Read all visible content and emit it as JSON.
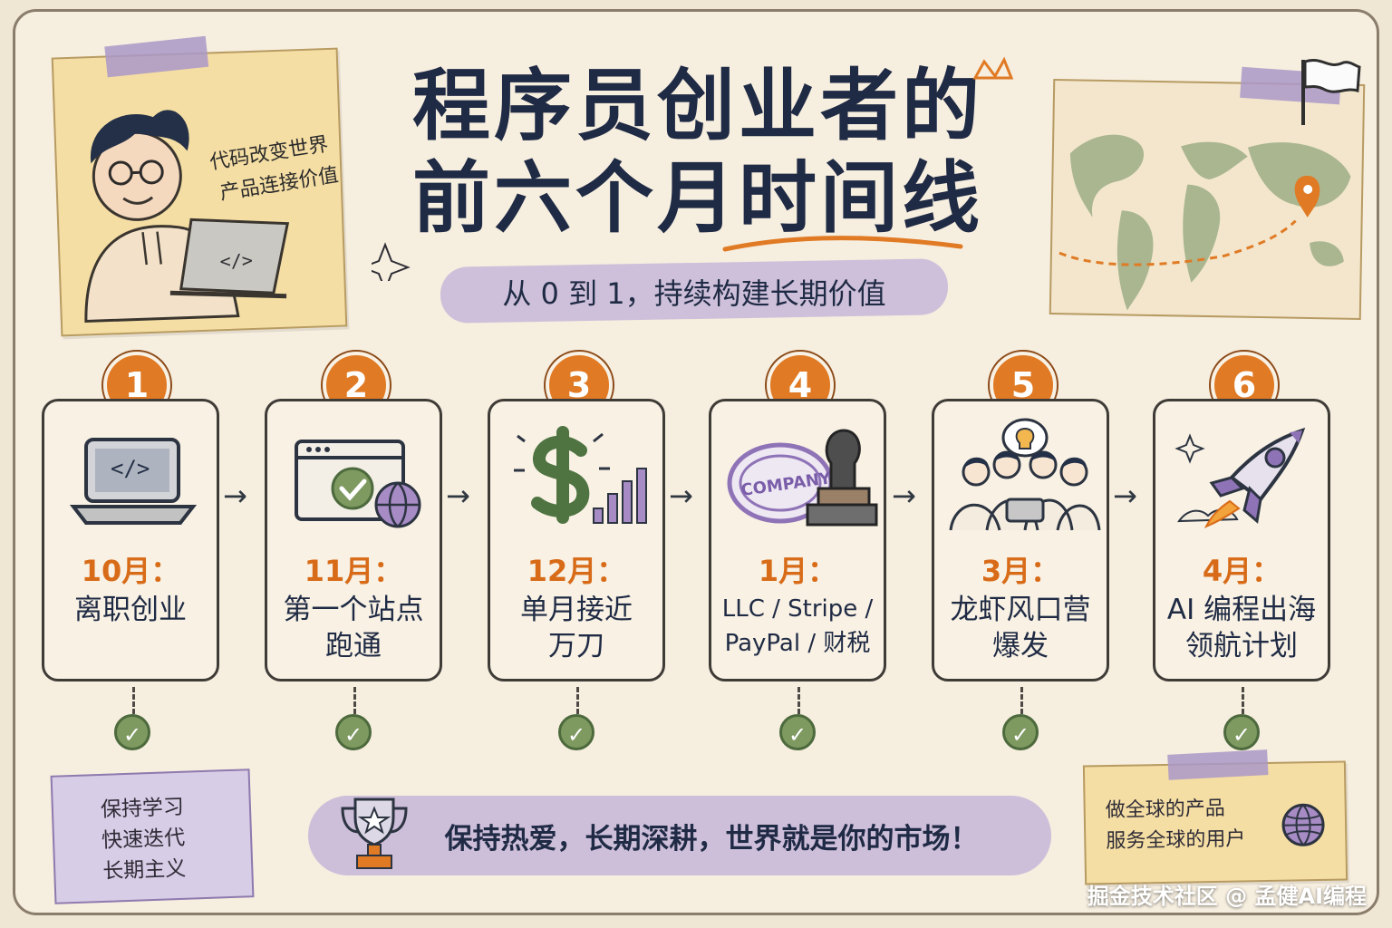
{
  "title_line1": "程序员创业者的",
  "title_line2": "前六个月时间线",
  "subtitle": "从 0 到 1，持续构建长期价值",
  "notes": {
    "top_left": [
      "代码改变世界",
      "产品连接价值"
    ],
    "bottom_left": [
      "保持学习",
      "快速迭代",
      "长期主义"
    ],
    "bottom_right": [
      "做全球的产品",
      "服务全球的用户"
    ]
  },
  "steps": [
    {
      "number": "1",
      "month": "10月：",
      "caption": "离职创业",
      "icon": "laptop-icon"
    },
    {
      "number": "2",
      "month": "11月：",
      "caption": "第一个站点\n跑通",
      "icon": "browser-check-icon"
    },
    {
      "number": "3",
      "month": "12月：",
      "caption": "单月接近\n万刀",
      "icon": "dollar-chart-icon"
    },
    {
      "number": "4",
      "month": "1月：",
      "caption": "LLC / Stripe /\nPayPal / 财税",
      "icon": "company-stamp-icon"
    },
    {
      "number": "5",
      "month": "3月：",
      "caption": "龙虾风口营\n爆发",
      "icon": "team-idea-icon"
    },
    {
      "number": "6",
      "month": "4月：",
      "caption": "AI 编程出海\n领航计划",
      "icon": "rocket-icon"
    }
  ],
  "stamp_text": "COMPANY",
  "code_symbol": "</>",
  "bottom_message": "保持热爱，长期深耕，世界就是你的市场！",
  "watermark": "掘金技术社区 @ 孟健AI编程",
  "colors": {
    "background": "#efe6d3",
    "accent_orange": "#e07a24",
    "lavender": "#c7b7d9",
    "navy": "#1f2a44",
    "green_check": "#7e9a61"
  }
}
